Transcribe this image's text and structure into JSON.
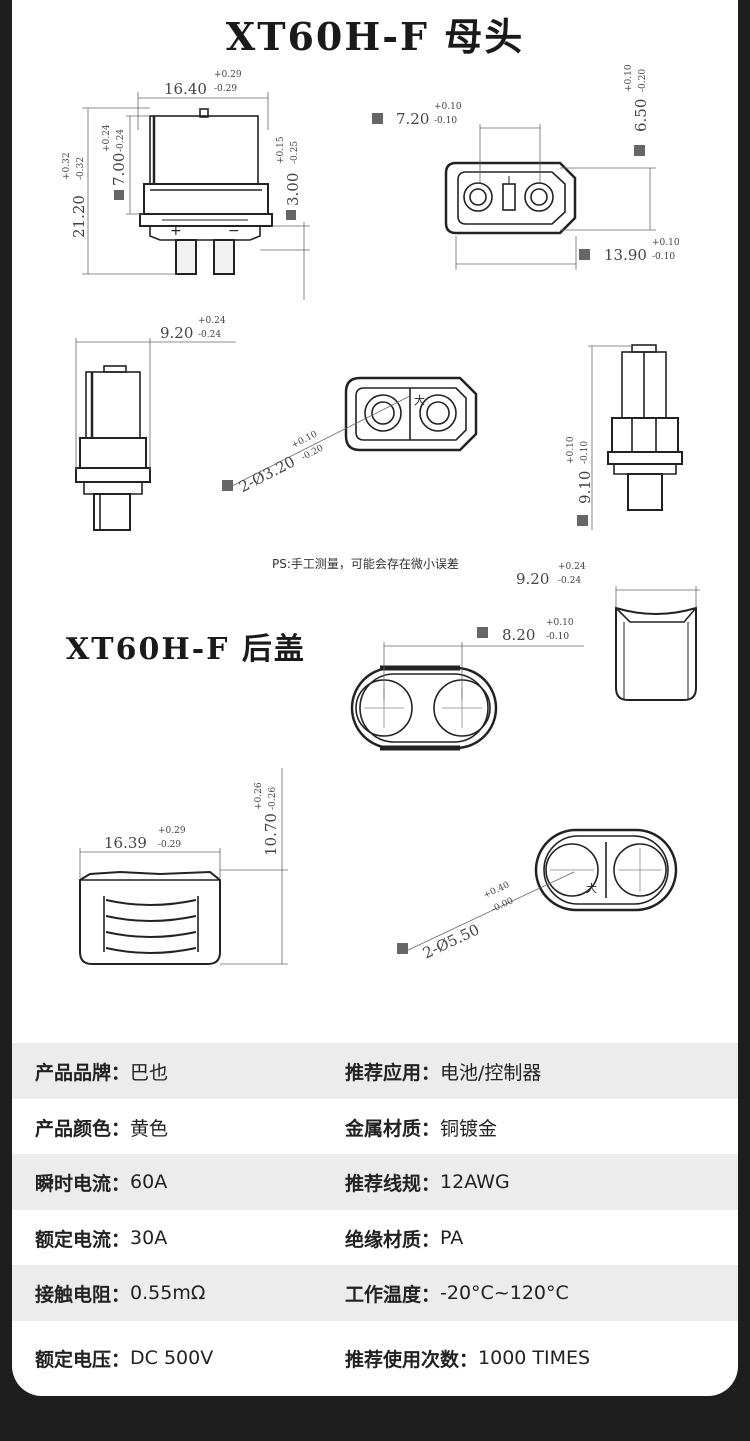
{
  "header": {
    "title": "XT60H-F 母头"
  },
  "section2": {
    "title": "XT60H-F 后盖"
  },
  "note": "PS:手工测量，可能会存在微小误差",
  "dims": {
    "d1": "16.40",
    "d1_tol_plus": "+0.29",
    "d1_tol_minus": "-0.29",
    "d2": "21.20",
    "d2_tol_plus": "+0.32",
    "d2_tol_minus": "-0.32",
    "d3": "7.00",
    "d3_tol_plus": "+0.24",
    "d3_tol_minus": "-0.24",
    "d4": "3.00",
    "d4_tol_plus": "+0.15",
    "d4_tol_minus": "-0.25",
    "d5": "7.20",
    "d5_tol_plus": "+0.10",
    "d5_tol_minus": "-0.10",
    "d6": "6.50",
    "d6_tol_plus": "+0.10",
    "d6_tol_minus": "-0.20",
    "d7": "13.90",
    "d7_tol_plus": "+0.10",
    "d7_tol_minus": "-0.10",
    "d8": "9.20",
    "d8_tol_plus": "+0.24",
    "d8_tol_minus": "-0.24",
    "d9": "2-Ø3.20",
    "d9_tol_plus": "+0.10",
    "d9_tol_minus": "-0.20",
    "d10": "9.10",
    "d10_tol_plus": "+0.10",
    "d10_tol_minus": "-0.10",
    "d11": "9.20",
    "d11_tol_plus": "+0.24",
    "d11_tol_minus": "-0.24",
    "d12": "8.20",
    "d12_tol_plus": "+0.10",
    "d12_tol_minus": "-0.10",
    "d13": "10.70",
    "d13_tol_plus": "+0.26",
    "d13_tol_minus": "-0.26",
    "d14": "16.39",
    "d14_tol_plus": "+0.29",
    "d14_tol_minus": "-0.29",
    "d15": "2-Ø5.50",
    "d15_tol_plus": "+0.40",
    "d15_tol_minus": "-0.00",
    "plus_sign": "+",
    "minus_sign": "−",
    "polarity_mark": "大"
  },
  "specs": [
    {
      "label1": "产品品牌：",
      "value1": "巴也",
      "label2": "推荐应用：",
      "value2": "电池/控制器"
    },
    {
      "label1": "产品颜色：",
      "value1": "黄色",
      "label2": "金属材质：",
      "value2": "铜镀金"
    },
    {
      "label1": "瞬时电流：",
      "value1": "60A",
      "label2": "推荐线规：",
      "value2": "12AWG"
    },
    {
      "label1": "额定电流：",
      "value1": "30A",
      "label2": "绝缘材质：",
      "value2": "PA"
    },
    {
      "label1": "接触电阻：",
      "value1": "0.55mΩ",
      "label2": "工作温度：",
      "value2": "-20°C~120°C"
    },
    {
      "label1": "额定电压：",
      "value1": "DC 500V",
      "label2": "推荐使用次数：",
      "value2": "1000 TIMES"
    }
  ]
}
